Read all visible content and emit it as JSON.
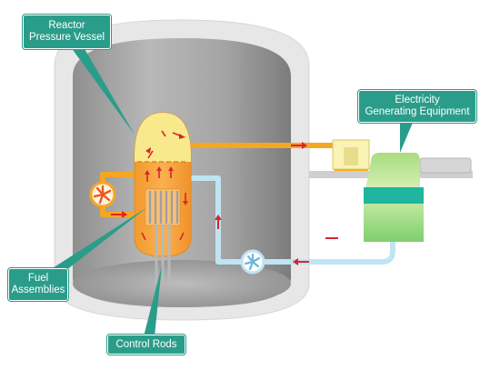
{
  "labels": {
    "reactor_vessel": [
      "Reactor",
      "Pressure Vessel"
    ],
    "electricity": [
      "Electricity",
      "Generating Equipment"
    ],
    "fuel": [
      "Fuel",
      "Assemblies"
    ],
    "control_rods": "Control Rods"
  },
  "colors": {
    "callout": "#2a9d8a",
    "containment_outer": "#e6e6e6",
    "containment_inner": "#9a9a9a",
    "hot_loop": "#f5a623",
    "cold_loop": "#bfe4f2",
    "vessel_top": "#f7e88a",
    "vessel_core": "#f7a23b",
    "generator_top": "#b9e48e",
    "generator_band": "#1fb59e",
    "arrow": "#d8262b"
  }
}
